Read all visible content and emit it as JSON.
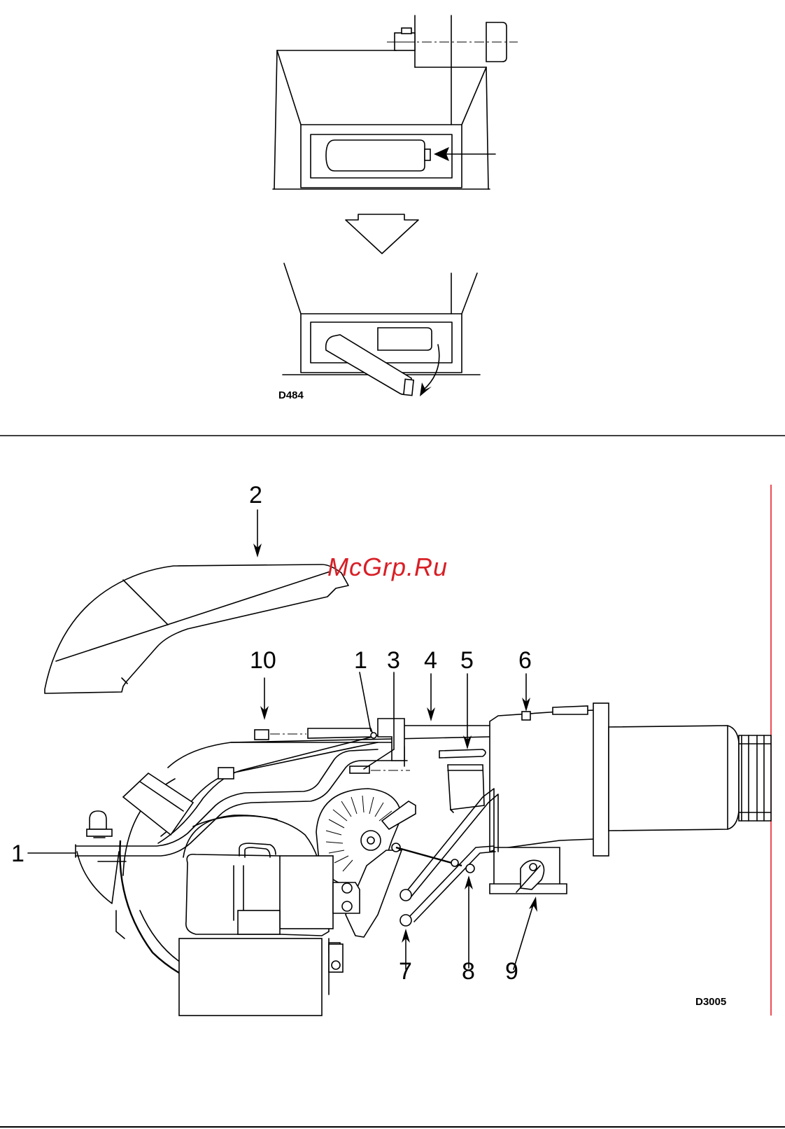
{
  "figure_top": {
    "code": "D484"
  },
  "figure_bottom": {
    "code": "D3005",
    "labels": {
      "l1_top": "1",
      "l1_left": "1",
      "l2": "2",
      "l3": "3",
      "l4": "4",
      "l5": "5",
      "l6": "6",
      "l7": "7",
      "l8": "8",
      "l9": "9",
      "l10": "10"
    }
  },
  "watermark": "McGrp.Ru",
  "colors": {
    "line": "#000000",
    "watermark": "#d81f26",
    "margin_rule": "#e8101a"
  }
}
